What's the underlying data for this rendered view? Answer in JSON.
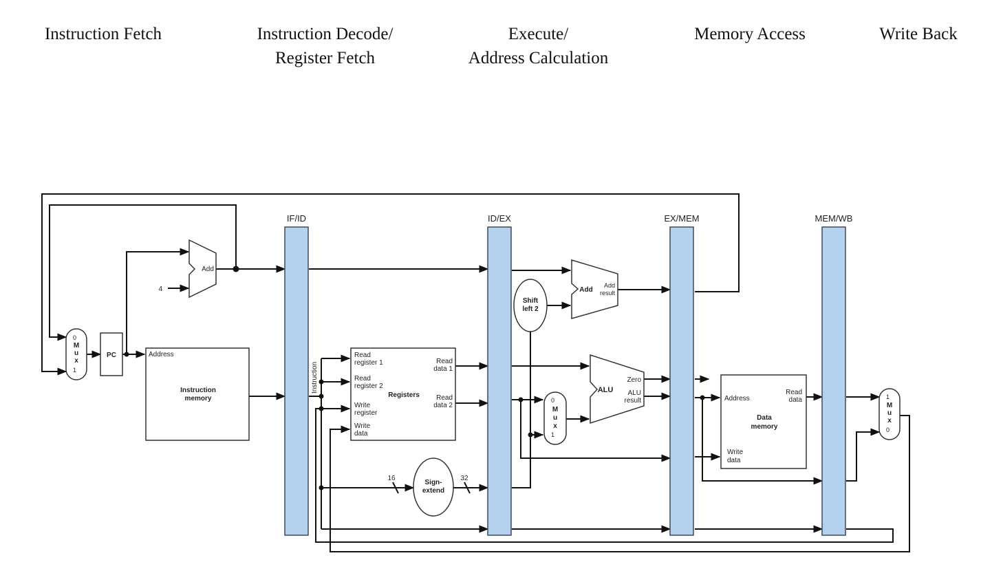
{
  "stages": {
    "fetch": [
      "Instruction Fetch"
    ],
    "decode": [
      "Instruction Decode/",
      "Register Fetch"
    ],
    "execute": [
      "Execute/",
      "Address Calculation"
    ],
    "memory": [
      "Memory Access"
    ],
    "writeback": [
      "Write Back"
    ]
  },
  "pipeline_registers": [
    "IF/ID",
    "ID/EX",
    "EX/MEM",
    "MEM/WB"
  ],
  "components": {
    "pc": "PC",
    "pc_mux": [
      "0",
      "M",
      "u",
      "x",
      "1"
    ],
    "add_pc": "Add",
    "const_four": "4",
    "instruction_memory": {
      "address": "Address",
      "title": [
        "Instruction",
        "memory"
      ]
    },
    "instruction_bus": "Instruction",
    "registers": {
      "title": "Registers",
      "read_register_1": [
        "Read",
        "register 1"
      ],
      "read_register_2": [
        "Read",
        "register 2"
      ],
      "write_register": [
        "Write",
        "register"
      ],
      "write_data": [
        "Write",
        "data"
      ],
      "read_data_1": [
        "Read",
        "data 1"
      ],
      "read_data_2": [
        "Read",
        "data 2"
      ]
    },
    "sign_extend": {
      "title": [
        "Sign-",
        "extend"
      ],
      "in_bits": "16",
      "out_bits": "32"
    },
    "shift_left": [
      "Shift",
      "left 2"
    ],
    "branch_adder": {
      "title": "Add",
      "result": [
        "Add",
        "result"
      ]
    },
    "alu_mux": [
      "0",
      "M",
      "u",
      "x",
      "1"
    ],
    "alu": {
      "title": "ALU",
      "zero": "Zero",
      "result": [
        "ALU",
        "result"
      ]
    },
    "data_memory": {
      "address": "Address",
      "read_data": [
        "Read",
        "data"
      ],
      "write_data": [
        "Write",
        "data"
      ],
      "title": [
        "Data",
        "memory"
      ]
    },
    "wb_mux": [
      "1",
      "M",
      "u",
      "x",
      "0"
    ]
  }
}
